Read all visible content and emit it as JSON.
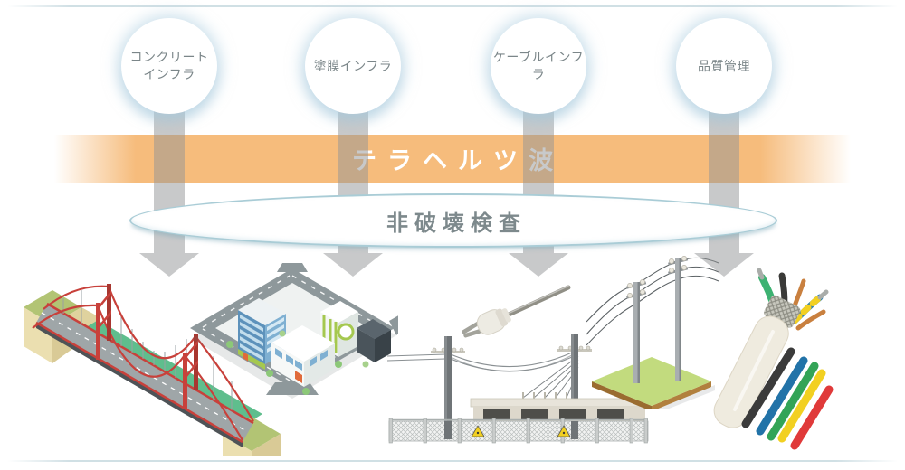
{
  "flow": {
    "sources": [
      {
        "label": "コンクリート\nインフラ"
      },
      {
        "label": "塗膜インフラ"
      },
      {
        "label": "ケーブルインフラ"
      },
      {
        "label": "品質管理"
      }
    ],
    "technology_band": {
      "label": "テラヘルツ波",
      "color": "#F6BC7C"
    },
    "method": {
      "label": "非破壊検査"
    },
    "targets": [
      {
        "icon": "suspension-bridge-illustration"
      },
      {
        "icon": "city-block-illustration"
      },
      {
        "icon": "power-plug-illustration"
      },
      {
        "icon": "substation-illustration"
      },
      {
        "icon": "utility-poles-illustration"
      },
      {
        "icon": "multicore-cable-illustration"
      }
    ],
    "colors": {
      "band_orange": "#F6BC7C",
      "band_text": "#FFFFFF",
      "arrow_gray": "#C8CACB",
      "label_text": "#7B8689",
      "ellipse_border": "#A9CCD6"
    }
  }
}
